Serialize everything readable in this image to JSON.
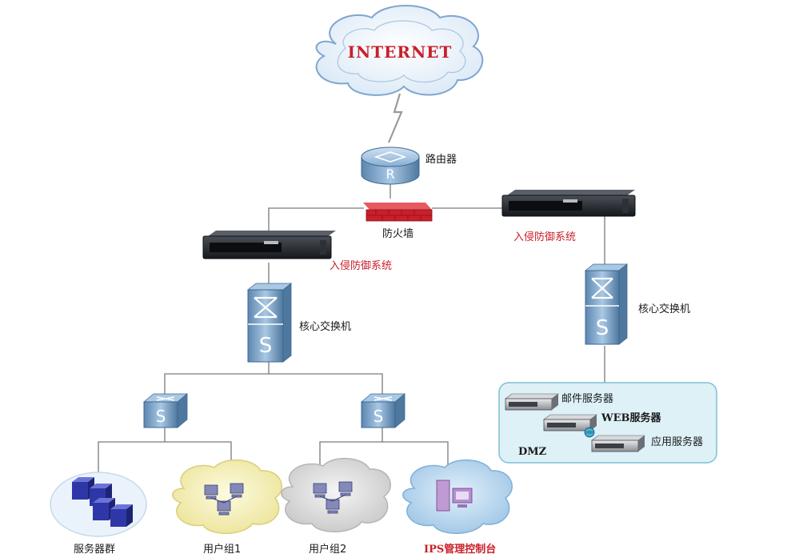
{
  "internet": {
    "label": "INTERNET"
  },
  "router": {
    "label": "路由器",
    "glyph": "R"
  },
  "firewall": {
    "label": "防火墙"
  },
  "ips_left": {
    "label": "入侵防御系统"
  },
  "ips_right": {
    "label": "入侵防御系统"
  },
  "core_switch_left": {
    "label": "核心交换机",
    "glyph": "S"
  },
  "core_switch_right": {
    "label": "核心交换机",
    "glyph": "S"
  },
  "access_switch_left": {
    "glyph": "S"
  },
  "access_switch_right": {
    "glyph": "S"
  },
  "dmz": {
    "label": "DMZ",
    "mail_server": "邮件服务器",
    "web_server": "WEB服务器",
    "app_server": "应用服务器"
  },
  "groups": {
    "server_farm": "服务器群",
    "user_group_1": "用户组1",
    "user_group_2": "用户组2",
    "ips_console": "IPS管理控制台"
  },
  "colors": {
    "accent_red": "#c8202a",
    "device_blue": "#6f9cc4",
    "cloud_blue": "#bcd7ee",
    "cloud_yellow": "#f6f2b0",
    "cloud_gray": "#d9d9d9",
    "dmz_fill": "#ddf1f7"
  }
}
